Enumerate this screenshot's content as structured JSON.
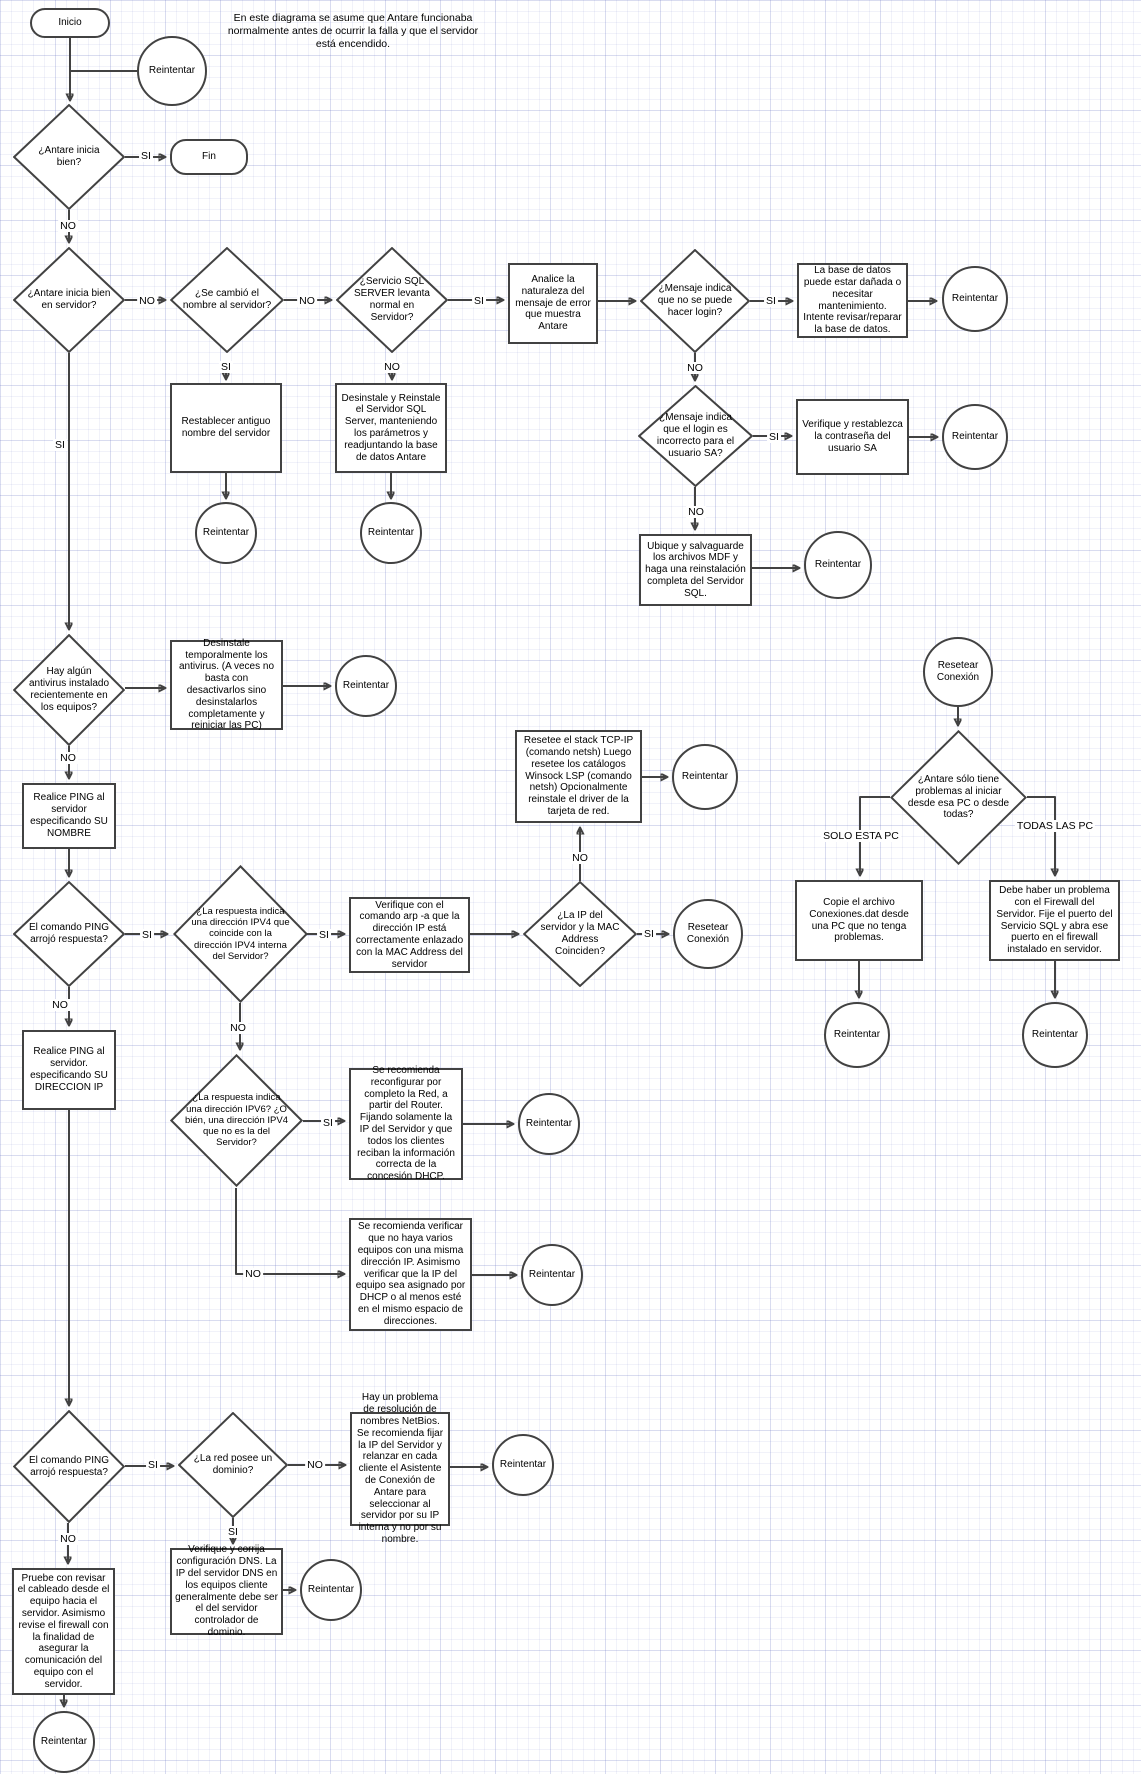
{
  "note": "En este diagrama se asume que Antare funcionaba normalmente antes de ocurrir la falla y que el servidor está encendido.",
  "terminators": {
    "start": "Inicio",
    "end": "Fin"
  },
  "circles": {
    "retry": "Reintentar",
    "reset_connection": "Resetear Conexión"
  },
  "connector_labels": {
    "yes": "SI",
    "no": "NO",
    "solo_esta_pc": "SOLO ESTA PC",
    "todas_las_pc": "TODAS LAS PC"
  },
  "decisions": {
    "antare_inicia_bien": "¿Antare inicia bien?",
    "antare_inicia_bien_servidor": "¿Antare inicia bien en servidor?",
    "cambio_nombre_servidor": "¿Se cambió el nombre al servidor?",
    "servicio_sql_levanta": "¿Servicio SQL SERVER levanta normal en Servidor?",
    "mensaje_no_login": "¿Mensaje indica que no se puede hacer login?",
    "mensaje_login_incorrecto_sa": "¿Mensaje indica que el login es incorrecto para el usuario SA?",
    "antivirus_instalado": "Hay algún antivirus instalado recientemente en los equipos?",
    "ping_respuesta_1": "El comando PING arrojó respuesta?",
    "respuesta_ipv4_coincide": "¿La respuesta indica una dirección IPV4 que coincide con la dirección IPV4 interna del Servidor?",
    "ip_mac_coinciden": "¿La IP del servidor y la MAC Address Coinciden?",
    "antare_solo_esa_pc": "¿Antare sólo tiene problemas al iniciar desde esa PC o desde todas?",
    "respuesta_ipv6": "¿La respuesta indica una dirección IPV6? ¿O bién, una dirección IPV4 que no es la del Servidor?",
    "ping_respuesta_2": "El comando PING arrojó respuesta?",
    "red_dominio": "¿La red posee un dominio?"
  },
  "processes": {
    "analice_mensaje": "Analice la naturaleza del mensaje de error que muestra Antare",
    "base_datos_danada": "La base de datos puede estar dañada o necesitar mantenimiento. Intente revisar/reparar la base de datos.",
    "restablezca_contrasena_sa": "Verifique y restablezca la contraseña del usuario SA",
    "ubique_mdf": "Ubique y salvaguarde los archivos MDF y haga una reinstalación completa del Servidor SQL.",
    "restablecer_nombre": "Restablecer antiguo nombre del servidor",
    "desinstale_reinstale_sql": "Desinstale y Reinstale el Servidor SQL Server, manteniendo los parámetros y readjuntando la base de datos Antare",
    "desinstale_antivirus": "Desinstale temporalmente los antivirus. (A veces no basta con desactivarlos sino desinstalarlos completamente y reiniciar las PC)",
    "ping_nombre": "Realice PING al servidor especificando SU NOMBRE",
    "verifique_arp": "Verifique con el comando arp -a que la dirección IP está correctamente enlazado con la MAC Address del servidor",
    "resetee_stack": "Resetee el stack TCP-IP (comando netsh) Luego resetee los catálogos Winsock LSP (comando netsh) Opcionalmente reinstale el driver de la tarjeta de red.",
    "copie_conexiones": "Copie el archivo Conexiones.dat desde una PC que no tenga problemas.",
    "firewall_servidor": "Debe haber un problema con el Firewall del Servidor. Fije el puerto del Servicio SQL y abra ese puerto en el firewall instalado en servidor.",
    "reconfigurar_red": "Se recomienda reconfigurar por completo la Red, a partir del Router. Fijando solamente la IP del Servidor y que todos los clientes reciban la información correcta de la concesión DHCP.",
    "verificar_ip_duplicada": "Se recomienda verificar que no haya varios equipos con una misma dirección IP. Asimismo verificar que la IP del equipo sea asignado por DHCP o al menos esté en el mismo espacio de direcciones.",
    "ping_ip": "Realice PING al servidor. especificando SU DIRECCION IP",
    "netbios": "Hay un problema de resolución de nombres NetBios. Se recomienda fijar la IP del Servidor y relanzar en cada cliente el Asistente de Conexión de Antare para seleccionar al servidor por su IP interna y no por su nombre.",
    "dns": "Verifique y corrija configuración DNS. La IP del servidor DNS en los equipos cliente generalmente debe ser el del servidor controlador de dominio.",
    "cableado": "Pruebe con revisar el cableado desde el equipo hacia el servidor. Asimismo revise el firewall con la finalidad de asegurar la comunicación del equipo con el servidor."
  }
}
